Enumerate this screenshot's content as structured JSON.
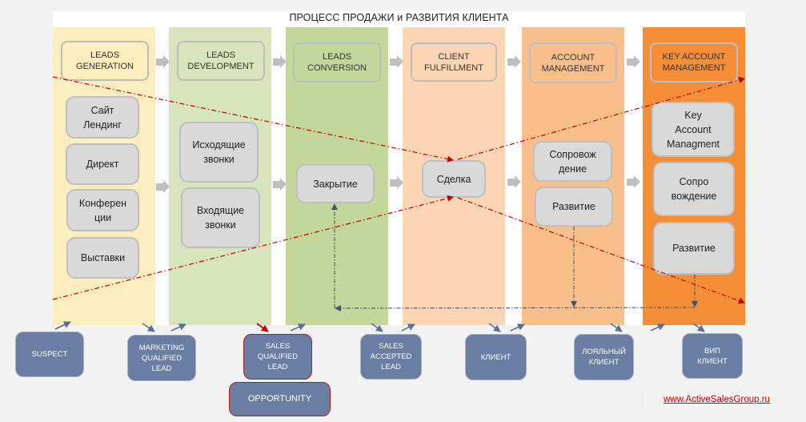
{
  "title": "ПРОЦЕСС ПРОДАЖИ и РАЗВИТИЯ КЛИЕНТА",
  "colors": {
    "col1": "#fcedbf",
    "col2": "#d8e4bc",
    "col3": "#c4d79b",
    "col4": "#fcd5b4",
    "col5": "#f8bf8d",
    "col6": "#f58f37",
    "status_fill": "#6a7ea3",
    "highlight_border": "#b42020",
    "dashed_red": "#c00000",
    "dashed_blue": "#44546a"
  },
  "stages": [
    {
      "label": "LEADS\nGENERATION"
    },
    {
      "label": "LEADS\nDEVELOPMENT"
    },
    {
      "label": "LEADS\nCONVERSION"
    },
    {
      "label": "CLIENT\nFULFILLMENT"
    },
    {
      "label": "ACCOUNT\nMANAGEMENT"
    },
    {
      "label": "KEY ACCOUNT\nMANAGEMENT"
    }
  ],
  "activities": {
    "col1": [
      "Сайт\nЛендинг",
      "Директ",
      "Конферен\nции",
      "Выставки"
    ],
    "col2": [
      "Исходящие\nзвонки",
      "Входящие\nзвонки"
    ],
    "col3": [
      "Закрытие"
    ],
    "col4": [
      "Сделка"
    ],
    "col5": [
      "Сопровож\nдение",
      "Развитие"
    ],
    "col6": [
      "Key\nAccount\nManagment",
      "Сопро\nвождение",
      "Развитие"
    ]
  },
  "statuses": [
    {
      "label": "SUSPECT",
      "highlighted": false
    },
    {
      "label": "MARKETING\nQUALIFIED\nLEAD",
      "highlighted": false
    },
    {
      "label": "SALES\nQUALIFIED\nLEAD",
      "highlighted": true
    },
    {
      "label": "SALES\nACCEPTED\nLEAD",
      "highlighted": false
    },
    {
      "label": "КЛИЕНТ",
      "highlighted": false
    },
    {
      "label": "ЛОЯЛЬНЫЙ\nКЛИЕНТ",
      "highlighted": false
    },
    {
      "label": "ВИП\nКЛИЕНТ",
      "highlighted": false
    }
  ],
  "opportunity": {
    "label": "OPPORTUNITY",
    "highlighted": true
  },
  "footer": {
    "link_text": "www.ActiveSalesGroup.ru"
  }
}
